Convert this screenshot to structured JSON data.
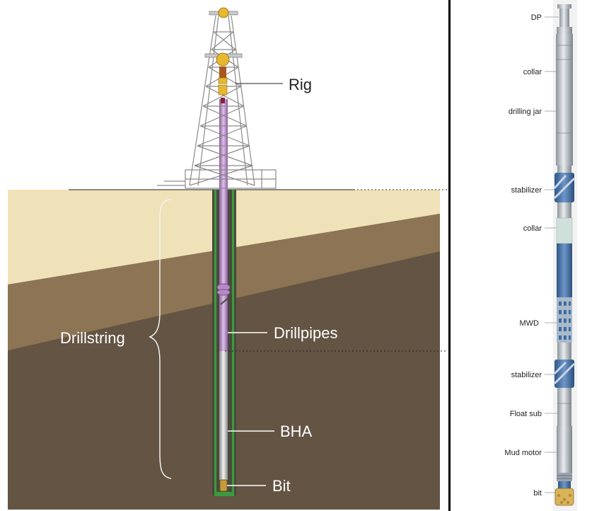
{
  "left_panel": {
    "labels": {
      "rig": "Rig",
      "drillstring": "Drillstring",
      "drillpipes": "Drillpipes",
      "bha": "BHA",
      "bit": "Bit"
    },
    "colors": {
      "surface_layer": "#efe2b8",
      "middle_layer": "#8c7454",
      "deep_layer": "#645443",
      "pipe": "#b48bc5",
      "casing": "#3b9a3e",
      "bha": "#cfcfcf",
      "rig_frame": "#8a8a8a",
      "rig_equipment": "#e6b830"
    }
  },
  "right_panel": {
    "labels": {
      "dp": "DP",
      "collar_1": "collar",
      "drilling_jar": "drilling jar",
      "stabilizer_1": "stabilizer",
      "collar_2": "collar",
      "mwd": "MWD",
      "stabilizer_2": "stabilizer",
      "float_sub": "Float sub",
      "mud_motor": "Mud motor",
      "bit": "bit"
    },
    "colors": {
      "tool_steel": "#c4c9cf",
      "stabilizer_blade": "#3a6da3",
      "mwd": "#6f96c8",
      "bit_cutters": "#d8b35a"
    }
  }
}
